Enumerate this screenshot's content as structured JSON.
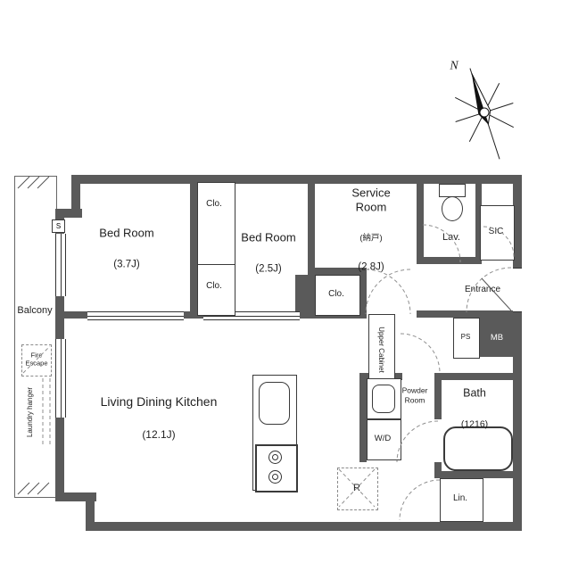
{
  "meta": {
    "type": "apartment-floor-plan"
  },
  "compass": {
    "north_label": "N"
  },
  "rooms": {
    "balcony": {
      "label": "Balcony"
    },
    "fire_escape": {
      "label": "Fire\nEscape"
    },
    "laundry_hanger": {
      "label": "Laundry hanger"
    },
    "bedroom1": {
      "name": "Bed Room",
      "size": "(3.7J)"
    },
    "bedroom2": {
      "name": "Bed Room",
      "size": "(2.5J)"
    },
    "service_room": {
      "name": "Service\nRoom",
      "alt": "(納戸)",
      "size": "(2.8J)"
    },
    "lavatory": {
      "label": "Lav."
    },
    "sic": {
      "label": "SIC"
    },
    "entrance": {
      "label": "Entrance"
    },
    "meter_box": {
      "label": "MB"
    },
    "pipe_space": {
      "label": "PS"
    },
    "closet_top": {
      "label": "Clo."
    },
    "closet_mid": {
      "label": "Clo."
    },
    "closet_hall": {
      "label": "Clo."
    },
    "upper_cabinet": {
      "label": "Upper Cabinet"
    },
    "ldk": {
      "name": "Living Dining Kitchen",
      "size": "(12.1J)"
    },
    "powder_room": {
      "label": "Powder\nRoom"
    },
    "washer_dryer": {
      "label": "W/D"
    },
    "refrigerator": {
      "label": "R"
    },
    "bath": {
      "name": "Bath",
      "size": "(1216)"
    },
    "linen": {
      "label": "Lin."
    },
    "switch": {
      "label": "S"
    }
  },
  "colors": {
    "wall": "#5a5a5a",
    "line": "#3a3a3a",
    "dash": "#8f8f8f",
    "background": "#ffffff"
  }
}
